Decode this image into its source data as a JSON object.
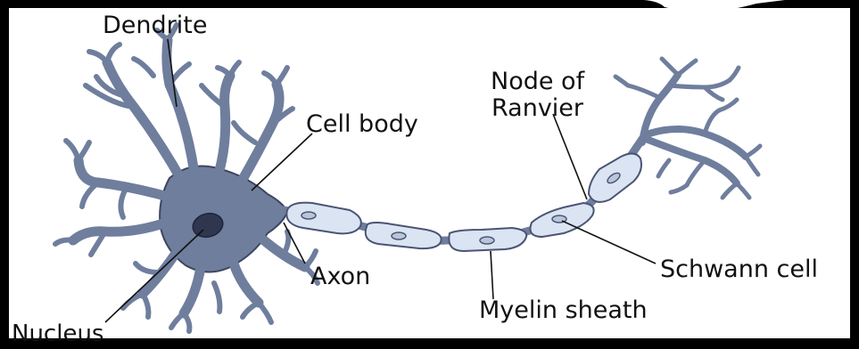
{
  "colors": {
    "frame": "#000000",
    "neuron_fill": "#6f7e9d",
    "neuron_stroke": "#3d4660",
    "sheath_fill": "#dbe4f3",
    "sheath_stroke": "#4a5573",
    "nucleus_fill": "#2f3650",
    "label_line": "#111111"
  },
  "labels": {
    "dendrite": "Dendrite",
    "cell_body": "Cell body",
    "node_of_ranvier_line1": "Node of",
    "node_of_ranvier_line2": "Ranvier",
    "axon": "Axon",
    "schwann_cell": "Schwann cell",
    "myelin_sheath": "Myelin sheath",
    "nucleus": "Nucleus"
  }
}
